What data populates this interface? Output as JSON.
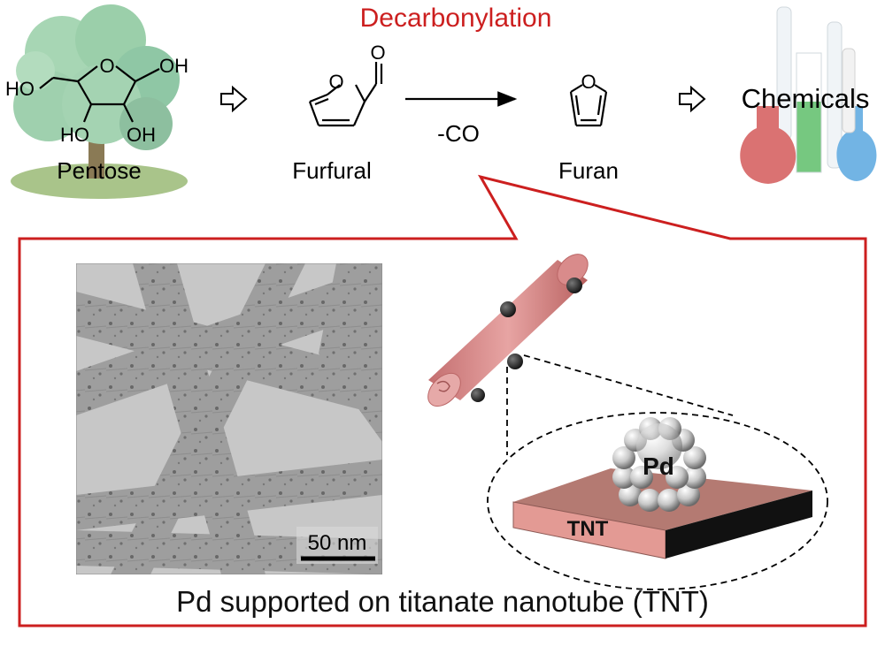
{
  "title": "Decarbonylation",
  "labels": {
    "pentose": "Pentose",
    "furfural": "Furfural",
    "furan": "Furan",
    "chemicals": "Chemicals",
    "loss": "-CO",
    "scale_bar": "50 nm",
    "pd": "Pd",
    "tnt": "TNT",
    "caption": "Pd supported on titanate nanotube (TNT)"
  },
  "atoms": {
    "ho_left": "HO",
    "oh_top": "OH",
    "ho_bottom": "HO",
    "oh_bottom": "OH",
    "ring_o": "O",
    "carbonyl_o": "O",
    "furfural_ring_o": "O",
    "furan_ring_o": "O"
  },
  "colors": {
    "accent_red": "#cc1f1f",
    "nanotube": "#d98b8b",
    "tnt_top": "#b47a72",
    "tnt_front": "#e39a94",
    "tree_green": "#8fc7a5"
  }
}
